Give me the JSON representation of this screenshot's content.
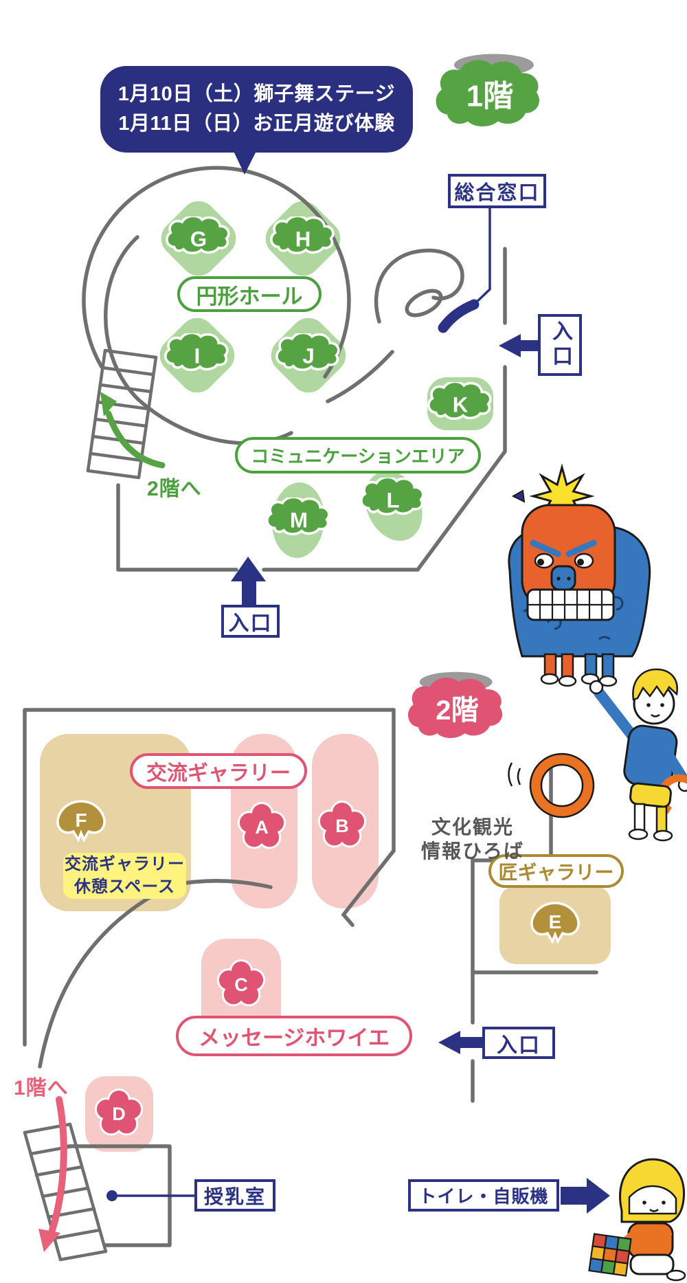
{
  "floor1": {
    "badge": "1階",
    "event_note": {
      "line1": "1月10日（土）獅子舞ステージ",
      "line2": "1月11日（日）お正月遊び体験"
    },
    "reception_label": "総合窓口",
    "hall_label": "円形ホール",
    "communication_label": "コミュニケーションエリア",
    "entrance_right": "入口",
    "entrance_bottom": "入口",
    "to_floor2": "2階へ",
    "rooms": {
      "g": "G",
      "h": "H",
      "i": "I",
      "j": "J",
      "k": "K",
      "l": "L",
      "m": "M"
    }
  },
  "floor2": {
    "badge": "2階",
    "gallery_label": "交流ギャラリー",
    "rest_space": {
      "line1": "交流ギャラリー",
      "line2": "休憩スペース"
    },
    "plaza": {
      "line1": "文化観光",
      "line2": "情報ひろば"
    },
    "takumi_label": "匠ギャラリー",
    "foyer_label": "メッセージホワイエ",
    "entrance_right": "入口",
    "to_floor1": "1階へ",
    "nursing_label": "授乳室",
    "toilet_label": "トイレ・自販機",
    "rooms": {
      "a": "A",
      "b": "B",
      "c": "C",
      "d": "D",
      "e": "E",
      "f": "F"
    }
  },
  "colors": {
    "navy": "#2b3183",
    "green": "#55a342",
    "green_light": "#b1d7a0",
    "green_text": "#4aa03c",
    "pink": "#df5472",
    "pink_light": "#f6cac6",
    "pink_arrow": "#e8607a",
    "tan": "#e7d3a4",
    "gold": "#b3913c",
    "yellow": "#fdf37e",
    "wall_gray": "#6f6f6f"
  }
}
